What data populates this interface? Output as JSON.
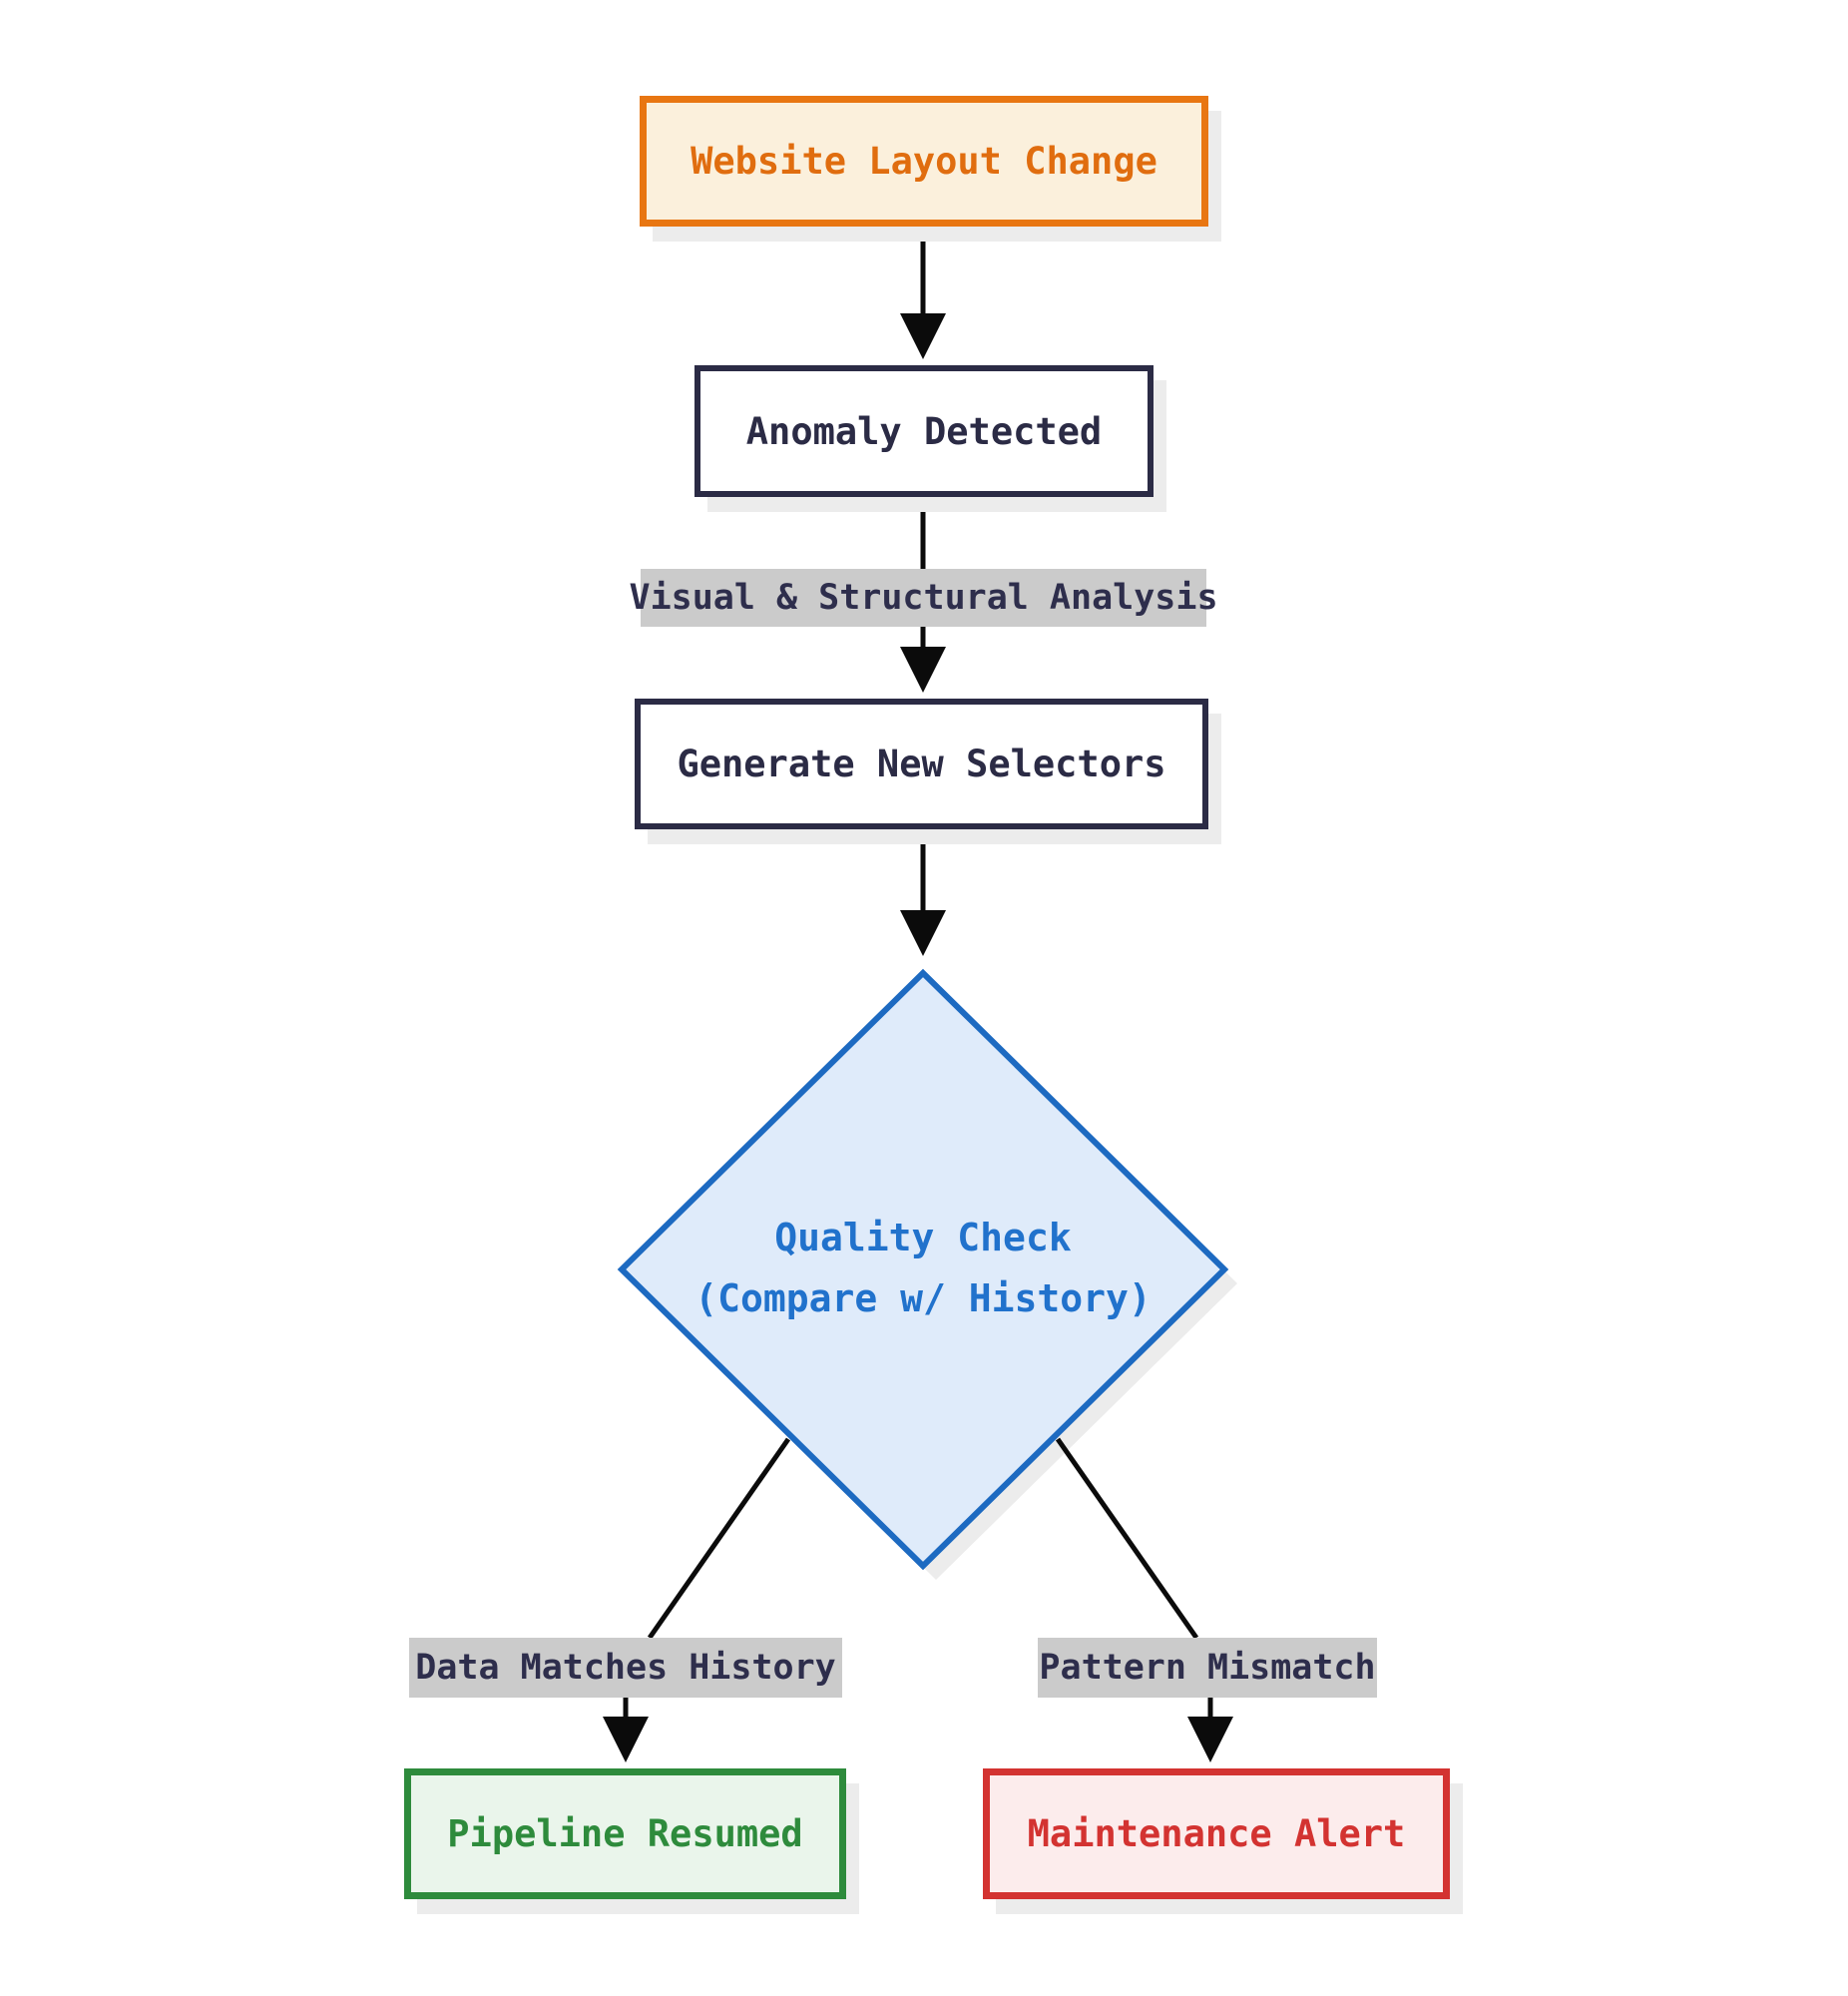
{
  "diagram": {
    "type": "flowchart",
    "direction": "top-down",
    "background_color": "#ffffff",
    "line_color": "#0b0b0b",
    "shadow_color": "#ececec",
    "nodes": [
      {
        "id": "website-layout-change",
        "shape": "rect",
        "label": "Website Layout Change",
        "border_color": "#e87612",
        "fill": "#fbf0dc",
        "text_color": "#e06d0f"
      },
      {
        "id": "anomaly-detected",
        "shape": "rect",
        "label": "Anomaly Detected",
        "border_color": "#2b2b45",
        "fill": "#ffffff",
        "text_color": "#2b2b45"
      },
      {
        "id": "generate-new-selectors",
        "shape": "rect",
        "label": "Generate New Selectors",
        "border_color": "#2b2b45",
        "fill": "#ffffff",
        "text_color": "#2b2b45"
      },
      {
        "id": "quality-check",
        "shape": "diamond",
        "label_line1": "Quality Check",
        "label_line2": "(Compare w/ History)",
        "border_color": "#1d6ac1",
        "fill": "#dfebfa",
        "text_color": "#2172cc"
      },
      {
        "id": "pipeline-resumed",
        "shape": "rect",
        "label": "Pipeline Resumed",
        "border_color": "#2e8b3c",
        "fill": "#eaf5eb",
        "text_color": "#2e8b3c"
      },
      {
        "id": "maintenance-alert",
        "shape": "rect",
        "label": "Maintenance Alert",
        "border_color": "#d33331",
        "fill": "#fcecec",
        "text_color": "#d33331"
      }
    ],
    "edges": [
      {
        "from": "website-layout-change",
        "to": "anomaly-detected",
        "label": ""
      },
      {
        "from": "anomaly-detected",
        "to": "generate-new-selectors",
        "label": "Visual & Structural Analysis"
      },
      {
        "from": "generate-new-selectors",
        "to": "quality-check",
        "label": ""
      },
      {
        "from": "quality-check",
        "to": "pipeline-resumed",
        "label": "Data Matches History"
      },
      {
        "from": "quality-check",
        "to": "maintenance-alert",
        "label": "Pattern Mismatch"
      }
    ],
    "edge_label_style": {
      "background": "#cbcbcb",
      "text_color": "#2e2e4c"
    }
  }
}
